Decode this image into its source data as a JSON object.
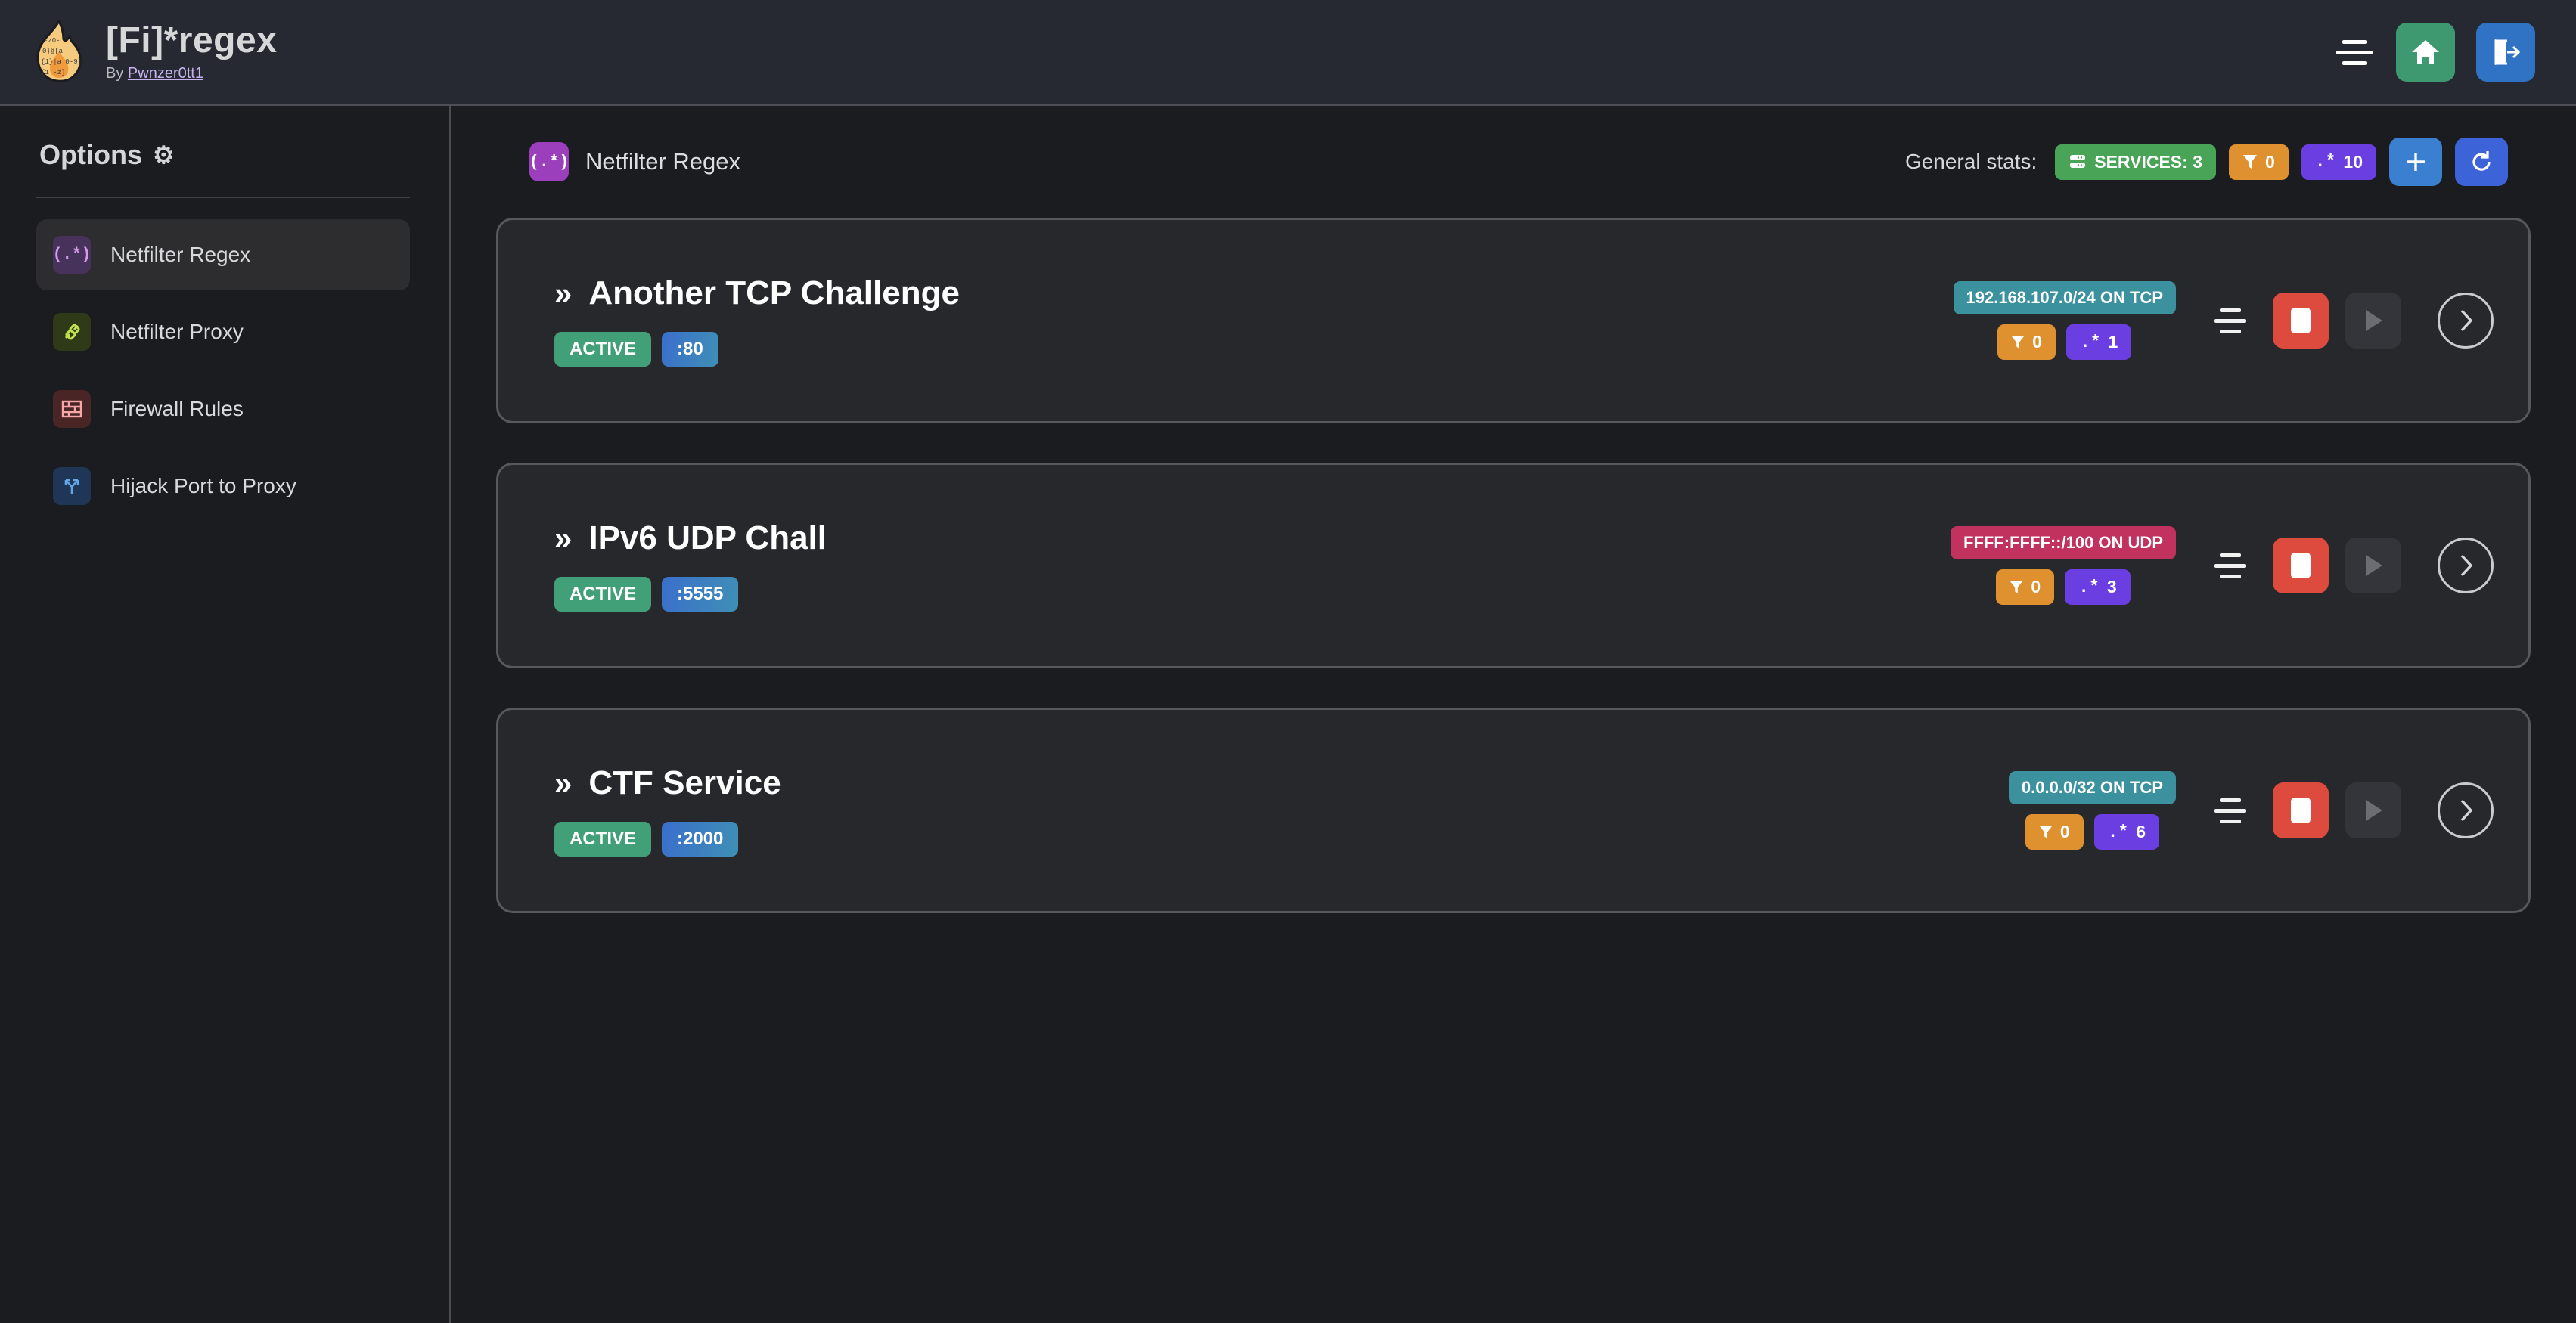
{
  "header": {
    "app_title": "[Fi]*regex",
    "by_prefix": "By ",
    "author": "Pwnzer0tt1",
    "menu_icon": "hamburger-icon",
    "home_icon": "home-icon",
    "logout_icon": "logout-icon"
  },
  "sidebar": {
    "title": "Options",
    "gear": "⚙",
    "items": [
      {
        "label": "Netfilter Regex",
        "icon": "regex-icon",
        "glyph": "(.*)",
        "active": true
      },
      {
        "label": "Netfilter Proxy",
        "icon": "proxy-plug-icon",
        "glyph": "⚭",
        "active": false
      },
      {
        "label": "Firewall Rules",
        "icon": "brick-wall-icon",
        "glyph": "▦",
        "active": false
      },
      {
        "label": "Hijack Port to Proxy",
        "icon": "route-fork-icon",
        "glyph": "⑂",
        "active": false
      }
    ]
  },
  "main": {
    "page_icon": "regex-icon",
    "page_icon_glyph": "(.*)",
    "page_title": "Netfilter Regex",
    "stats_label": "General stats:",
    "stats": {
      "services_icon": "server-stack-icon",
      "services_label": "SERVICES: 3",
      "filter_icon": "filter-icon",
      "filter_count": "0",
      "regex_icon": "regex-dot-star-icon",
      "regex_glyph": ".*",
      "regex_count": "10"
    },
    "add_button_label": "+",
    "add_icon": "plus-icon",
    "refresh_icon": "refresh-icon"
  },
  "services": [
    {
      "name": "Another TCP Challenge",
      "chevron": "»",
      "status": "ACTIVE",
      "port": ":80",
      "network": "192.168.107.0/24 ON TCP",
      "network_proto": "tcp",
      "filter_count": "0",
      "regex_glyph": ".*",
      "regex_count": "1",
      "list_icon": "service-list-icon",
      "stop_icon": "stop-icon",
      "play_icon": "play-icon",
      "details_icon": "chevron-right-icon"
    },
    {
      "name": "IPv6 UDP Chall",
      "chevron": "»",
      "status": "ACTIVE",
      "port": ":5555",
      "network": "FFFF:FFFF::/100 ON UDP",
      "network_proto": "udp",
      "filter_count": "0",
      "regex_glyph": ".*",
      "regex_count": "3",
      "list_icon": "service-list-icon",
      "stop_icon": "stop-icon",
      "play_icon": "play-icon",
      "details_icon": "chevron-right-icon"
    },
    {
      "name": "CTF Service",
      "chevron": "»",
      "status": "ACTIVE",
      "port": ":2000",
      "network": "0.0.0.0/32 ON TCP",
      "network_proto": "tcp",
      "filter_count": "0",
      "regex_glyph": ".*",
      "regex_count": "6",
      "list_icon": "service-list-icon",
      "stop_icon": "stop-icon",
      "play_icon": "play-icon",
      "details_icon": "chevron-right-icon"
    }
  ],
  "colors": {
    "page_bg": "#1b1c1f",
    "topbar_bg": "#262932",
    "card_bg": "#26282c",
    "card_border": "#55585c",
    "accent_green": "#41a077",
    "accent_orange": "#e0912f",
    "accent_purple": "#6a3ee0",
    "accent_teal": "#3b919e",
    "accent_pink": "#c2325f",
    "accent_red": "#dd4a3e",
    "accent_blue": "#3a7fd0"
  }
}
